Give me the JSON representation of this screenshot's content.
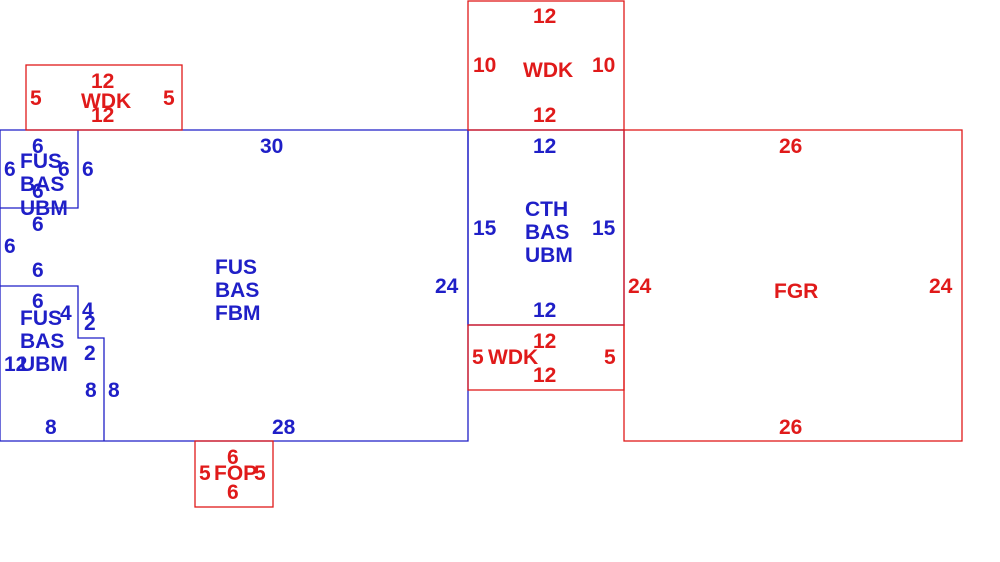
{
  "colors": {
    "structure": "#1f1fc7",
    "addition": "#e01a1a",
    "background": "#ffffff"
  },
  "main": {
    "labels": [
      "FUS",
      "BAS",
      "FBM"
    ],
    "top": "30",
    "bottom": "28",
    "right": "24"
  },
  "upper_left": {
    "labels": [
      "FUS",
      "BAS",
      "UBM"
    ],
    "top": "6",
    "left": "6",
    "right": "6",
    "inner": "6",
    "inner2": "6",
    "bottom": "6"
  },
  "left_gap": {
    "label": "6"
  },
  "lower_left": {
    "labels": [
      "FUS",
      "BAS",
      "UBM"
    ],
    "top_outer": "6",
    "top": "6",
    "n4a": "4",
    "n4b": "4",
    "n2a": "2",
    "n2b": "2",
    "left": "12",
    "n8a": "8",
    "n8b": "8",
    "bottom": "8"
  },
  "cth": {
    "labels": [
      "CTH",
      "BAS",
      "UBM"
    ],
    "top": "12",
    "bottom": "12",
    "left": "15",
    "right": "15"
  },
  "fgr": {
    "label": "FGR",
    "top": "26",
    "bottom": "26",
    "left": "24",
    "right": "24"
  },
  "wdk_top": {
    "label": "WDK",
    "top": "12",
    "bottom": "12",
    "left": "10",
    "right": "10"
  },
  "wdk_left": {
    "label": "WDK",
    "top": "12",
    "bottom": "12",
    "left": "5",
    "right": "5"
  },
  "wdk_mid": {
    "label": "WDK",
    "top": "12",
    "bottom": "12",
    "left": "5",
    "right": "5"
  },
  "fop": {
    "label": "FOP",
    "top": "6",
    "bottom": "6",
    "left": "5",
    "right": "5"
  }
}
